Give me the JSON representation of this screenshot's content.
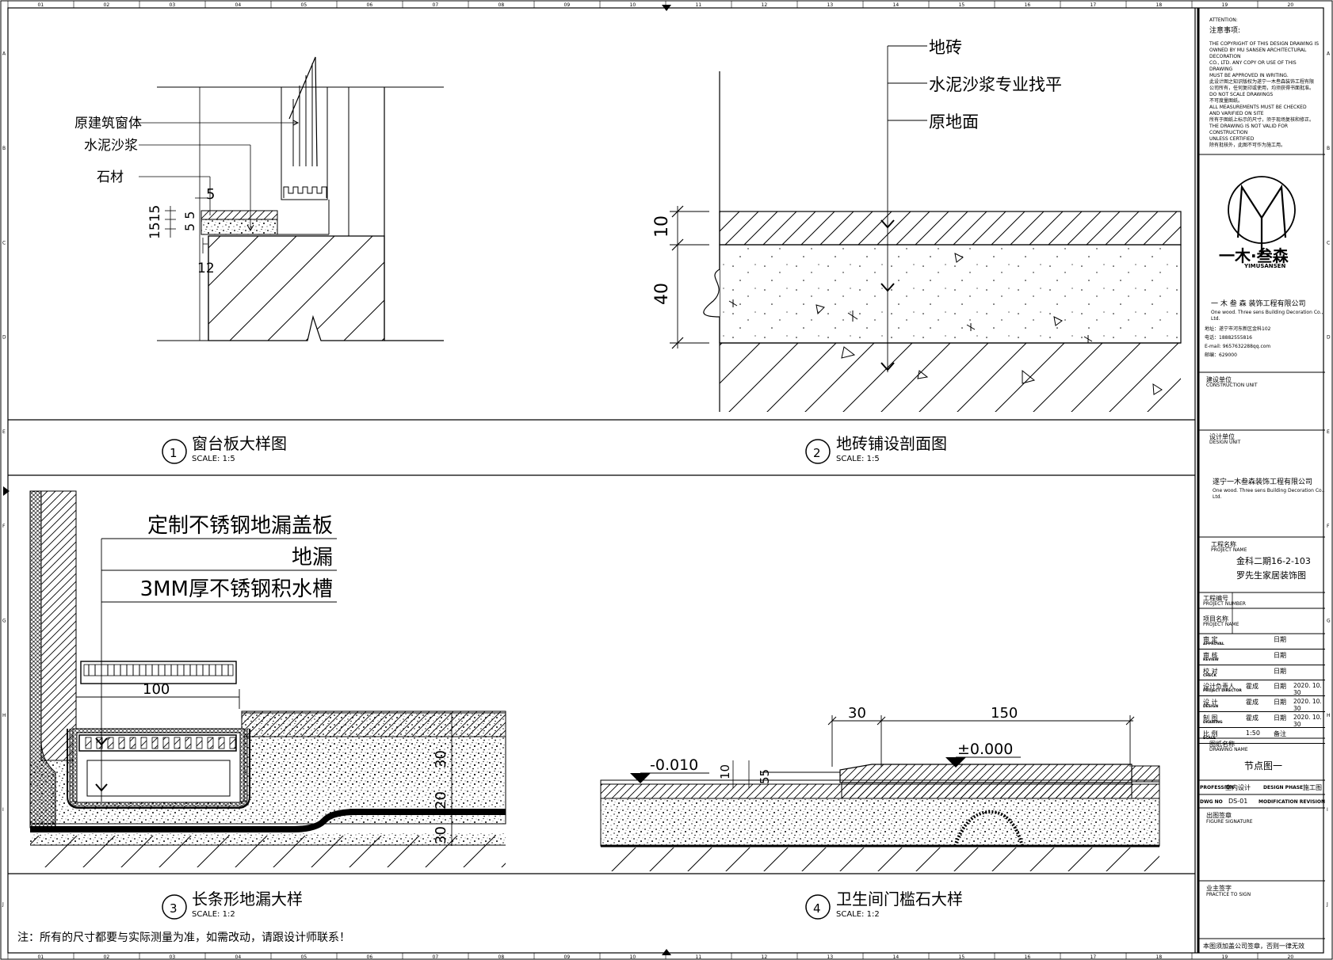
{
  "details": {
    "d1": {
      "number": "1",
      "title": "窗台板大样图",
      "scale": "SCALE: 1:5",
      "labels": {
        "window": "原建筑窗体",
        "mortar": "水泥沙浆",
        "stone": "石材"
      },
      "dims": {
        "d5": "5",
        "d1515": "1515",
        "d55": "5 5",
        "d12": "12"
      }
    },
    "d2": {
      "number": "2",
      "title": "地砖铺设剖面图",
      "scale": "SCALE: 1:5",
      "labels": {
        "tile": "地砖",
        "screed": "水泥沙浆专业找平",
        "ground": "原地面"
      },
      "dims": {
        "d10": "10",
        "d40": "40"
      }
    },
    "d3": {
      "number": "3",
      "title": "长条形地漏大样",
      "scale": "SCALE: 1:2",
      "labels": {
        "cover": "定制不锈钢地漏盖板",
        "drain": "地漏",
        "channel": "3MM厚不锈钢积水槽"
      },
      "dims": {
        "d100": "100",
        "d30": "30",
        "d20": "20",
        "d30b": "30"
      }
    },
    "d4": {
      "number": "4",
      "title": "卫生间门槛石大样",
      "scale": "SCALE: 1:2",
      "labels": {
        "lvl_neg": "-0.010",
        "lvl_zero": "±0.000"
      },
      "dims": {
        "d30": "30",
        "d150": "150",
        "d10": "10",
        "d55": "55"
      }
    }
  },
  "note": "注：所有的尺寸都要与实际测量为准，如需改动，请跟设计师联系！",
  "grid_top": [
    "01",
    "02",
    "03",
    "04",
    "05",
    "06",
    "07",
    "08",
    "09",
    "10",
    "11",
    "12",
    "13",
    "14",
    "15",
    "16",
    "17",
    "18",
    "19",
    "20"
  ],
  "grid_side": [
    "A",
    "B",
    "C",
    "D",
    "E",
    "F",
    "G",
    "H",
    "I",
    "J"
  ],
  "title_block": {
    "attention": "ATTENTION:",
    "attention_cn": "注意事项:",
    "notes": [
      "THE COPYRIGHT OF THIS DESIGN DRAWING IS",
      "OWNED BY MU SANSEN ARCHITECTURAL DECORATION",
      "CO., LTD. ANY COPY OR USE OF THIS DRAWING",
      "MUST BE APPROVED IN WRITING.",
      "此设计图之知识版权为遂宁一木叁森装饰工程有限",
      "公司所有，任何复印或使用，均须获得书面批准。",
      "DO NOT SCALE DRAWINGS",
      "不可度量图纸。",
      "ALL MEASUREMENTS MUST BE CHECKED",
      "AND VARIFIED ON SITE",
      "所有于图纸上标示的尺寸，须于现场复核和修正。",
      "THE DRAWING IS NOT VALID FOR CONSTRUCTION",
      "UNLESS CERTIFIED",
      "除有批核外，此图不可作为施工用。"
    ],
    "logo_cn": "一木·叁森",
    "logo_en": "YIMUSANSEN",
    "company": "一 木 叁 森 装饰工程有限公司",
    "company_en": "One wood. Three sens Building Decoration Co., Ltd.",
    "contact": [
      "地址：遂宁市河东新区金科102",
      "电话：18882555816",
      "E-mail: 9657632288qq.com",
      "邮编：629000"
    ],
    "construction_unit": "建设单位",
    "construction_unit_en": "CONSTRUCTION UNIT",
    "design_unit": "设计单位",
    "design_unit_en": "DESIGN UNIT",
    "design_company": "遂宁一木叁森装饰工程有限公司",
    "design_company_en": "One wood. Three sens Building Decoration Co., Ltd.",
    "project_name_label": "工程名称",
    "project_name_en": "PROJECT NAME",
    "project_line1": "金科二期16-2-103",
    "project_line2": "罗先生家居装饰图",
    "project_no": "工程编号",
    "project_no_en": "PROJECT NUMBER",
    "item_name": "项目名称",
    "item_name_en": "PROJECT NAME",
    "rows": [
      {
        "label": "审  定",
        "en": "APPROVAL",
        "name": "",
        "date_label": "日期",
        "date": ""
      },
      {
        "label": "审  核",
        "en": "REVIEW",
        "name": "",
        "date_label": "日期",
        "date": ""
      },
      {
        "label": "校  对",
        "en": "CHECK",
        "name": "",
        "date_label": "日期",
        "date": ""
      },
      {
        "label": "设计负责人",
        "en": "PROJECT DIRECTOR",
        "name": "霍成",
        "date_label": "日期",
        "date": "2020. 10. 30"
      },
      {
        "label": "设  计",
        "en": "DESIGN",
        "name": "霍成",
        "date_label": "日期",
        "date": "2020. 10. 30"
      },
      {
        "label": "制  图",
        "en": "DRAWING",
        "name": "霍成",
        "date_label": "日期",
        "date": "2020. 10. 30"
      },
      {
        "label": "比  例",
        "en": "SCALE",
        "name": "1:50",
        "date_label": "备注",
        "date": ""
      }
    ],
    "drawing_name_label": "图纸名称",
    "drawing_name_en": "DRAWING NAME",
    "drawing_name": "节点图一",
    "profession_label": "PROFESSION",
    "profession": "室内设计",
    "phase_label": "DESIGN PHASE",
    "phase": "施工图",
    "dwg_no_label": "DWG NO",
    "dwg_no": "DS-01",
    "revision_label": "MODIFICATION REVISION",
    "figure_sig": "出图签章",
    "figure_sig_en": "FIGURE SIGNATURE",
    "owner_sig": "业主签字",
    "owner_sig_en": "PRACTICE TO SIGN",
    "footer": "本图须加盖公司签章，否则一律无效"
  }
}
